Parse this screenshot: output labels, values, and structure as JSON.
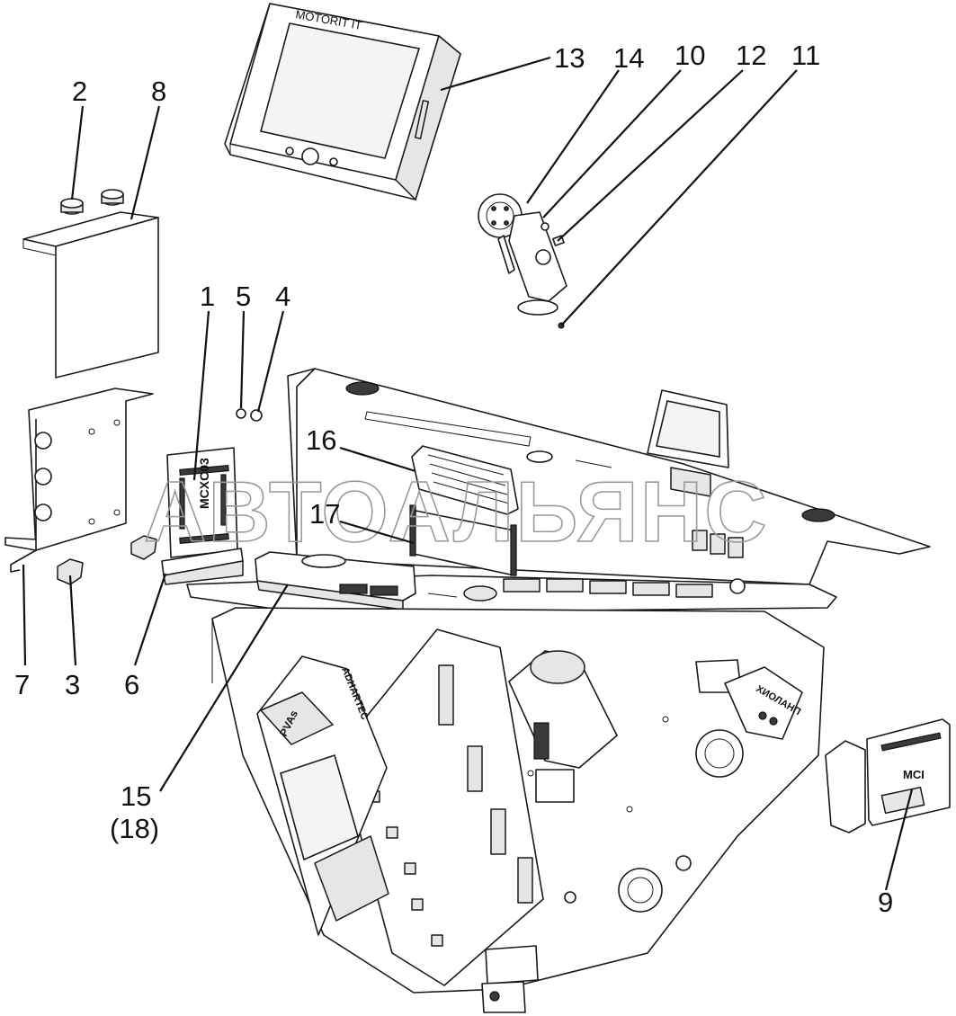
{
  "watermark": "АВТОАЛЬЯНС",
  "device_labels": {
    "monitor": "MOTORIT IT",
    "controller_1": "MCXC03",
    "controller_2": "PVAs",
    "controller_3": "ADHARTEC",
    "controller_4": "ХИОЛАНП",
    "controller_5": "MCI"
  },
  "callouts": [
    {
      "id": "c1",
      "text": "1"
    },
    {
      "id": "c2",
      "text": "2"
    },
    {
      "id": "c3",
      "text": "3"
    },
    {
      "id": "c4",
      "text": "4"
    },
    {
      "id": "c5",
      "text": "5"
    },
    {
      "id": "c6",
      "text": "6"
    },
    {
      "id": "c7",
      "text": "7"
    },
    {
      "id": "c8",
      "text": "8"
    },
    {
      "id": "c9",
      "text": "9"
    },
    {
      "id": "c10",
      "text": "10"
    },
    {
      "id": "c11",
      "text": "11"
    },
    {
      "id": "c12",
      "text": "12"
    },
    {
      "id": "c13",
      "text": "13"
    },
    {
      "id": "c14",
      "text": "14"
    },
    {
      "id": "c15",
      "text": "15"
    },
    {
      "id": "c16",
      "text": "16"
    },
    {
      "id": "c17",
      "text": "17"
    },
    {
      "id": "c18",
      "text": "(18)"
    }
  ]
}
